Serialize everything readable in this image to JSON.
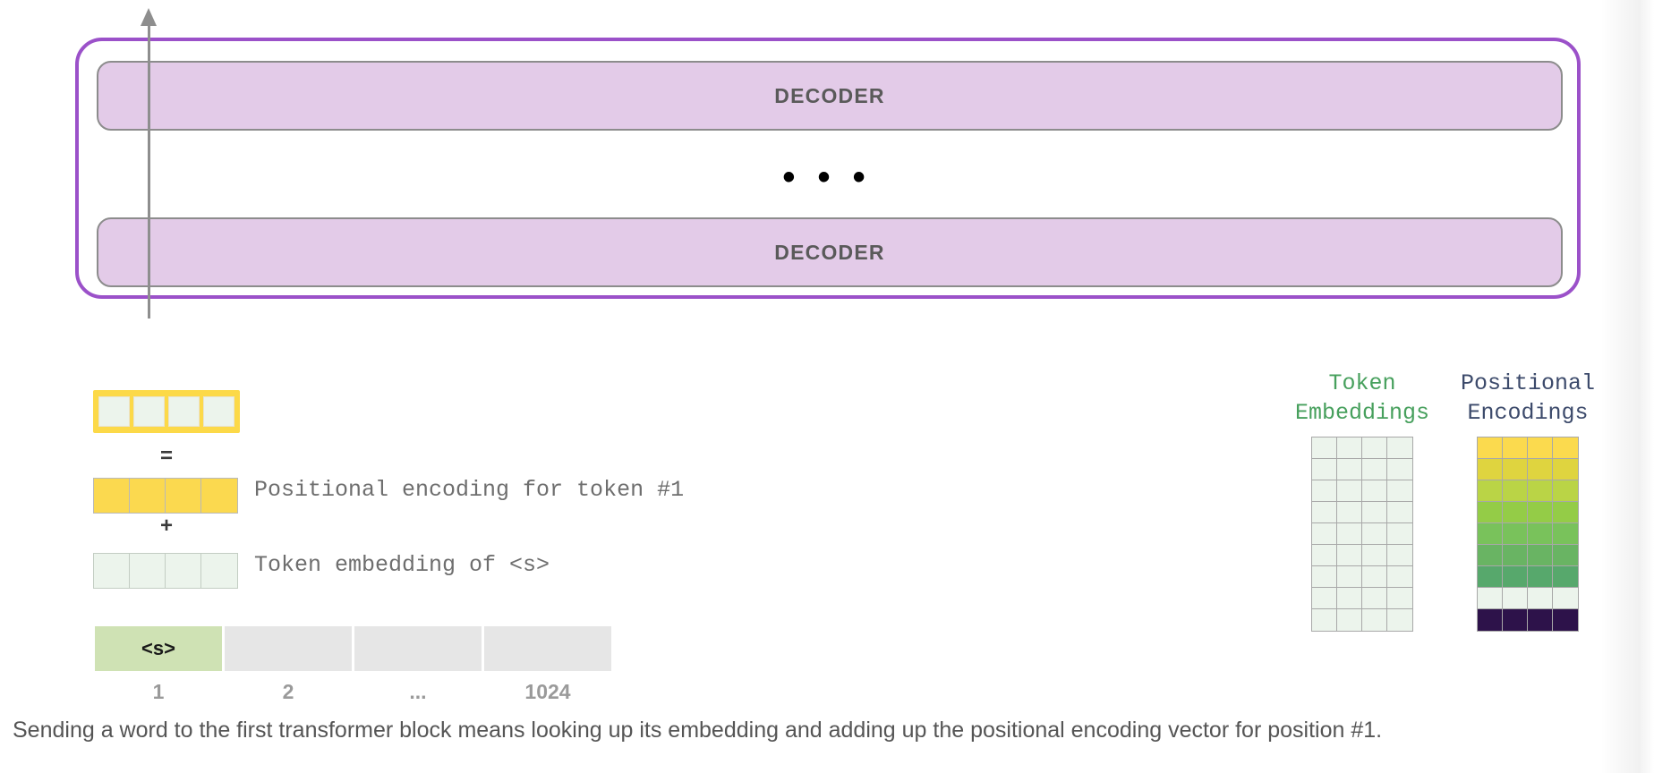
{
  "diagram": {
    "decoder_stack": {
      "blocks": [
        {
          "label": "DECODER"
        },
        {
          "label": "DECODER"
        }
      ],
      "ellipsis": "• • •",
      "outline_color": "#9b51c9",
      "block_fill": "#e3cbe8"
    },
    "vectors": {
      "result": {
        "cells": 4,
        "border_color": "#fcd948",
        "cell_color": "#ecf4ec"
      },
      "equals_sign": "=",
      "plus_sign": "+",
      "positional": {
        "cells": 4,
        "cell_color": "#fbd94f",
        "caption": "Positional encoding for token #1"
      },
      "token_embedding": {
        "cells": 4,
        "cell_color": "#ecf4ec",
        "caption": "Token embedding of <s>"
      }
    },
    "token_sequence": {
      "cells": [
        {
          "label": "<s>",
          "active": true
        },
        {
          "label": "",
          "active": false
        },
        {
          "label": "",
          "active": false
        },
        {
          "label": "",
          "active": false
        }
      ],
      "indices": [
        "1",
        "2",
        "...",
        "1024"
      ],
      "active_color": "#cfe2b4",
      "inactive_color": "#e6e6e6"
    },
    "matrices": [
      {
        "id": "token-embeddings",
        "title": "Token\nEmbeddings",
        "title_color": "#47a05d",
        "rows": 9,
        "cols": 4,
        "row_colors": [
          "#ecf4ec",
          "#ecf4ec",
          "#ecf4ec",
          "#ecf4ec",
          "#ecf4ec",
          "#ecf4ec",
          "#ecf4ec",
          "#ecf4ec",
          "#ecf4ec"
        ]
      },
      {
        "id": "positional-encodings",
        "title": "Positional\nEncodings",
        "title_color": "#3c4a6b",
        "rows": 9,
        "cols": 4,
        "row_colors": [
          "#fbda4e",
          "#dfd43f",
          "#bad446",
          "#94cc47",
          "#79c25b",
          "#69b463",
          "#57a86c",
          "#ecf4ec",
          "#2d124a"
        ]
      }
    ]
  },
  "caption": "Sending a word to the first transformer block means looking up its embedding and adding up the positional encoding vector for position #1."
}
